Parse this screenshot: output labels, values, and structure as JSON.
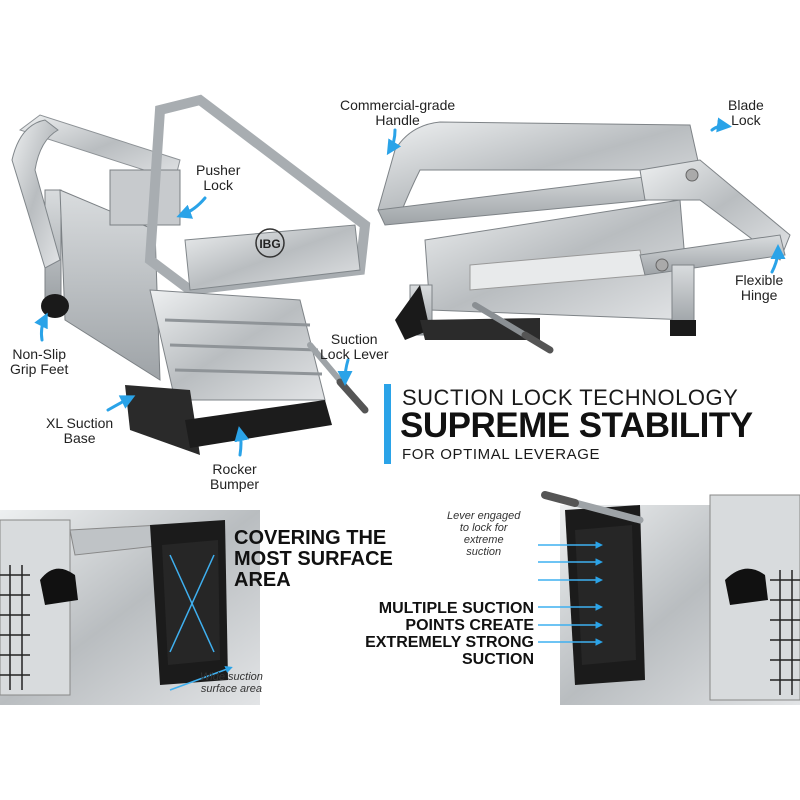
{
  "labels": {
    "pusher_lock": [
      "Pusher",
      "Lock"
    ],
    "non_slip": [
      "Non-Slip",
      "Grip Feet"
    ],
    "xl_suction": [
      "XL Suction",
      "Base"
    ],
    "rocker": [
      "Rocker",
      "Bumper"
    ],
    "suction_lever": [
      "Suction",
      "Lock Lever"
    ],
    "commercial_handle": [
      "Commercial-grade",
      "Handle"
    ],
    "blade_lock": [
      "Blade",
      "Lock"
    ],
    "flexible_hinge": [
      "Flexible",
      "Hinge"
    ]
  },
  "headline": {
    "line1": "SUCTION LOCK TECHNOLOGY",
    "line2": "SUPREME STABILITY",
    "line3": "FOR OPTIMAL LEVERAGE"
  },
  "covering": [
    "COVERING THE",
    "MOST SURFACE",
    "AREA"
  ],
  "wide_note": [
    "Wide suction",
    "surface area"
  ],
  "lever_note": [
    "Lever engaged",
    "to lock for",
    "extreme",
    "suction"
  ],
  "multiple": [
    "MULTIPLE SUCTION",
    "POINTS CREATE",
    "EXTREMELY STRONG",
    "SUCTION"
  ],
  "logo_text": "IBG",
  "colors": {
    "accent_blue": "#2aa3e8",
    "steel": "#c9ccce",
    "rubber": "#1c1c1c"
  }
}
